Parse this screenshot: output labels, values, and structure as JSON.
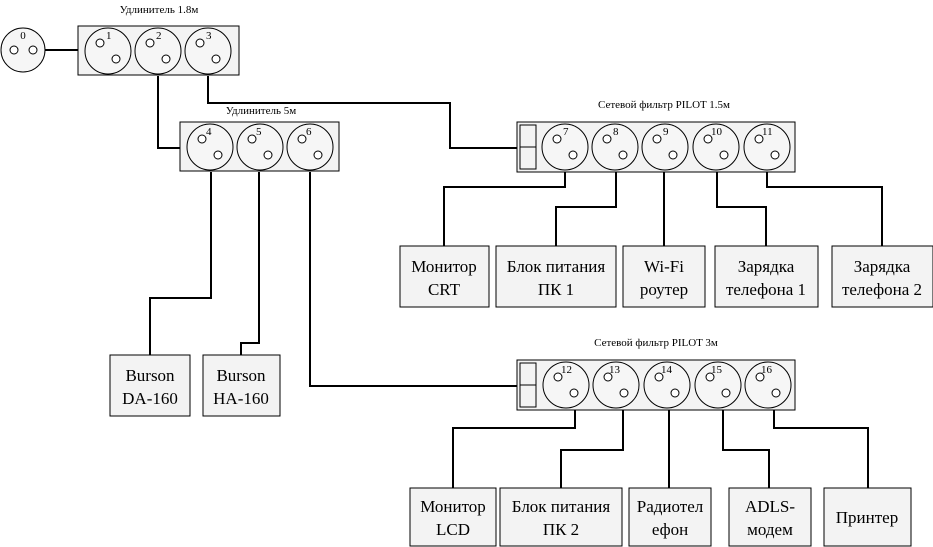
{
  "strips": {
    "ext18": {
      "label": "Удлинитель 1.8м"
    },
    "ext5": {
      "label": "Удлинитель 5м"
    },
    "pilot15": {
      "label": "Сетевой фильтр PILOT 1.5м"
    },
    "pilot3": {
      "label": "Сетевой фильтр PILOT 3м"
    }
  },
  "outlets": [
    "0",
    "1",
    "2",
    "3",
    "4",
    "5",
    "6",
    "7",
    "8",
    "9",
    "10",
    "11",
    "12",
    "13",
    "14",
    "15",
    "16"
  ],
  "devices": {
    "monitor_crt": {
      "line1": "Монитор",
      "line2": "CRT"
    },
    "psu_pc1": {
      "line1": "Блок питания",
      "line2": "ПК 1"
    },
    "wifi_router": {
      "line1": "Wi-Fi",
      "line2": "роутер"
    },
    "charger1": {
      "line1": "Зарядка",
      "line2": "телефона 1"
    },
    "charger2": {
      "line1": "Зарядка",
      "line2": "телефона 2"
    },
    "burson_da": {
      "line1": "Burson",
      "line2": "DA-160"
    },
    "burson_ha": {
      "line1": "Burson",
      "line2": "HA-160"
    },
    "monitor_lcd": {
      "line1": "Монитор",
      "line2": "LCD"
    },
    "psu_pc2": {
      "line1": "Блок питания",
      "line2": "ПК 2"
    },
    "radiophone": {
      "line1": "Радиотел",
      "line2": "ефон"
    },
    "adsl_modem": {
      "line1": "ADLS-",
      "line2": "модем"
    },
    "printer": {
      "line1": "Принтер"
    }
  }
}
